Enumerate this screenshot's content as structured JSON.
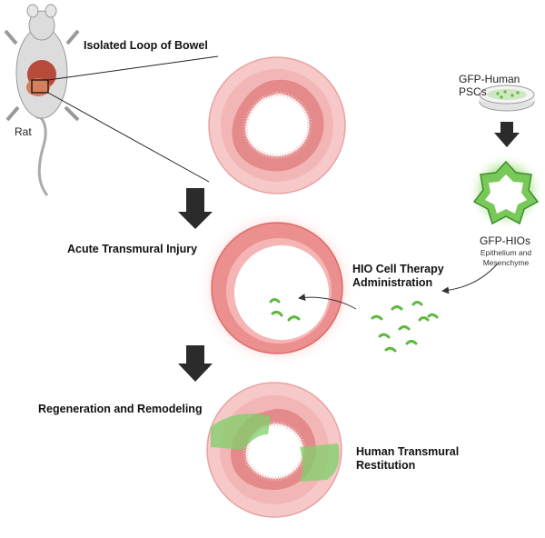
{
  "labels": {
    "isolated_loop": "Isolated Loop of Bowel",
    "rat": "Rat",
    "acute_injury": "Acute Transmural Injury",
    "regeneration": "Regeneration and Remodeling",
    "hio_therapy_line1": "HIO Cell Therapy",
    "hio_therapy_line2": "Administration",
    "gfp_pscs": "GFP-Human PSCs",
    "gfp_hios": "GFP-HIOs",
    "epithelium_line1": "Epithelium and",
    "epithelium_line2": "Mesenchyme",
    "restitution_line1": "Human Transmural",
    "restitution_line2": "Restitution"
  },
  "colors": {
    "tissue_pink": "#f2b8b8",
    "lumen_red": "#e58a8a",
    "injury_red": "#e46a6a",
    "gfp_green": "#6cc24a",
    "arrow_dark": "#2b2b2b"
  },
  "icons": [
    "rat-icon",
    "petri-dish-icon",
    "organoid-icon",
    "cells-icon"
  ]
}
